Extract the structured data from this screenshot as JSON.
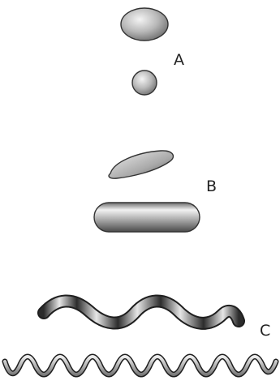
{
  "diagram": {
    "colors": {
      "shape_light": "#f4f4f4",
      "shape_mid": "#b8b8b8",
      "shape_dark": "#3a3a3a",
      "outline": "#333333",
      "label": "#222222"
    },
    "groups": [
      {
        "label": "A",
        "shapes": [
          "ellipse-large",
          "sphere-small"
        ]
      },
      {
        "label": "B",
        "shapes": [
          "curved-rod",
          "straight-rod"
        ]
      },
      {
        "label": "C",
        "shapes": [
          "thick-wavy-rod",
          "thin-spiral"
        ]
      }
    ]
  }
}
